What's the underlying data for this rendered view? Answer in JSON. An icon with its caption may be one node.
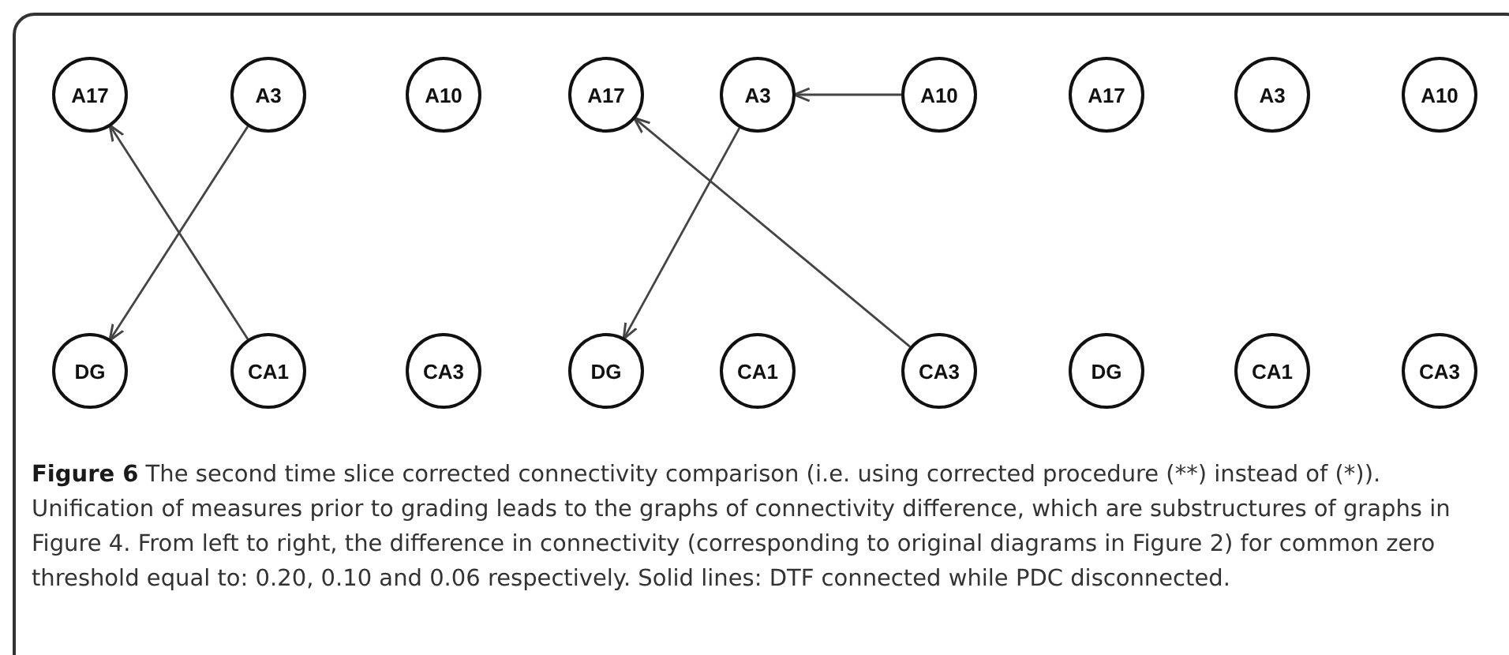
{
  "diagram": {
    "caption": "**Figure 6** The second time slice corrected connectivity comparison (i.e. using corrected procedure (**) instead of (*)). Unification of measures prior to grading leads to the graphs of connectivity difference, which are substructures of graphs in Figure 4. From left to right, the difference in connectivity (corresponding to original diagrams in Figure 2) for common zero threshold equal to: 0.20, 0.10 and 0.06 respectively. Solid lines: DTF connected while PDC disconnected.",
    "nodes": [
      {
        "text": [
          "A17"
        ]
      },
      {
        "text": [
          "A3"
        ]
      },
      {
        "text": [
          "A10"
        ]
      },
      {
        "text": [
          "A17"
        ]
      },
      {
        "text": [
          "A3"
        ]
      },
      {
        "text": [
          "A10"
        ]
      },
      {
        "text": [
          "A17"
        ]
      },
      {
        "text": [
          "A3"
        ]
      },
      {
        "text": [
          "A10"
        ]
      },
      {
        "text": [
          "DG"
        ]
      },
      {
        "text": [
          "CA1"
        ]
      },
      {
        "text": [
          "CA3"
        ]
      },
      {
        "text": [
          "DG"
        ]
      },
      {
        "text": [
          "CA1"
        ]
      },
      {
        "text": [
          "CA3"
        ]
      },
      {
        "text": [
          "DG"
        ]
      },
      {
        "text": [
          "CA1"
        ]
      },
      {
        "text": [
          "CA3"
        ]
      }
    ],
    "edges": [
      {
        "from": 1,
        "to": 9,
        "arrow": "to"
      },
      {
        "from": 10,
        "to": 0,
        "arrow": "to"
      },
      {
        "from": 5,
        "to": 4,
        "arrow": "to"
      },
      {
        "from": 4,
        "to": 12,
        "arrow": "to"
      },
      {
        "from": 14,
        "to": 3,
        "arrow": "to"
      }
    ]
  }
}
